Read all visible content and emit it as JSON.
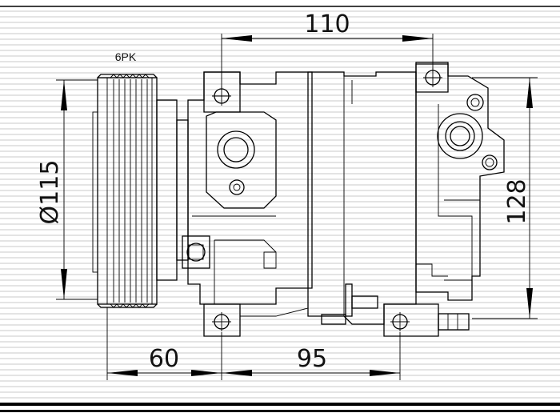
{
  "drawing": {
    "pulley_label": "6PK",
    "dimensions": {
      "top_width": "110",
      "pulley_diameter": "Ø115",
      "height": "128",
      "pulley_offset": "60",
      "bolt_spacing": "95"
    }
  },
  "colors": {
    "line": "#000000",
    "background_lines": "#b9b9b9",
    "background": "#ffffff"
  }
}
